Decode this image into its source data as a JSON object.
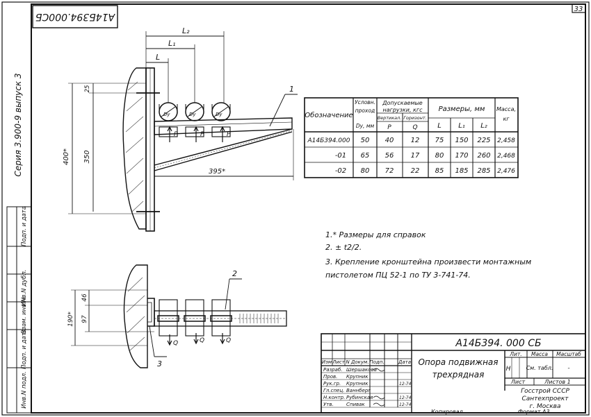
{
  "sheet_number": "33",
  "stamp_code_rotated": "А14Б394.000СБ",
  "series_text": "Серия 3.900-9 выпуск 3",
  "left_strip": [
    "Инв.N подл.",
    "Подп. и дата",
    "Взам. инв.N",
    "Инв.N дубл.",
    "Подп. и дата"
  ],
  "dimensions": {
    "L2": "L₂",
    "L1": "L₁",
    "L": "L",
    "d25": "25",
    "d350": "350",
    "d400": "400*",
    "d395": "395*",
    "d46": "46",
    "d97": "97",
    "d190": "190*",
    "callout1": "1",
    "callout2": "2",
    "callout3": "3",
    "dy": "Dу",
    "p": "P",
    "q": "Q"
  },
  "spec_table": {
    "header_oboz": "Обозначение",
    "header_uslov_1": "Условн.",
    "header_uslov_2": "проход",
    "header_uslov_unit": "Dу, мм",
    "header_nagr_1": "Допускаемые",
    "header_nagr_2": "нагрузки, кгс",
    "header_vert": "Вертикал.",
    "header_horiz": "Горизонт.",
    "header_P": "P",
    "header_Q": "Q",
    "header_razmery": "Размеры, мм",
    "header_L": "L",
    "header_L1": "L₁",
    "header_L2": "L₂",
    "header_massa_1": "Масса,",
    "header_massa_2": "кг",
    "rows": [
      {
        "oboz": "А14Б394.000",
        "dy": "50",
        "p": "40",
        "q": "12",
        "l": "75",
        "l1": "150",
        "l2": "225",
        "m": "2,458"
      },
      {
        "oboz": "-01",
        "dy": "65",
        "p": "56",
        "q": "17",
        "l": "80",
        "l1": "170",
        "l2": "260",
        "m": "2,468"
      },
      {
        "oboz": "-02",
        "dy": "80",
        "p": "72",
        "q": "22",
        "l": "85",
        "l1": "185",
        "l2": "285",
        "m": "2,476"
      }
    ]
  },
  "notes": [
    "1.* Размеры для справок",
    "2. ± t2/2.",
    "3. Крепление кронштейна произвести монтажным",
    "пистолетом ПЦ 52-1 по ТУ 3-741-74."
  ],
  "title_block": {
    "code": "А14Б394. 000 СБ",
    "name_1": "Опора подвижная",
    "name_2": "трехрядная",
    "h_izm": "Изм",
    "h_list": "Лист",
    "h_dokum": "N Докум.",
    "h_podp": "Подп.",
    "h_data": "Дата",
    "roles": [
      "Разраб.",
      "Пров.",
      "Рук.гр.",
      "Гл.спец.",
      "Н.контр.",
      "Утв."
    ],
    "names": [
      "Шершакова",
      "Крупник",
      "Крупник",
      "Ваннберг",
      "Рубинская",
      "Спивак"
    ],
    "dates": [
      "",
      "",
      "12-74",
      "",
      "12-74",
      "12-74"
    ],
    "lit_label": "Лит.",
    "massa_label": "Масса",
    "masshtab_label": "Масштаб",
    "lit_value": "Н",
    "massa_value": "См. табл.",
    "masshtab_value": "-",
    "list_label": "Лист",
    "listov_label": "Листов 1",
    "org_1": "Госстрой СССР",
    "org_2": "Сантехпроект",
    "org_3": "г. Москва",
    "kopiroval": "Копировал",
    "format": "Формат А3"
  }
}
